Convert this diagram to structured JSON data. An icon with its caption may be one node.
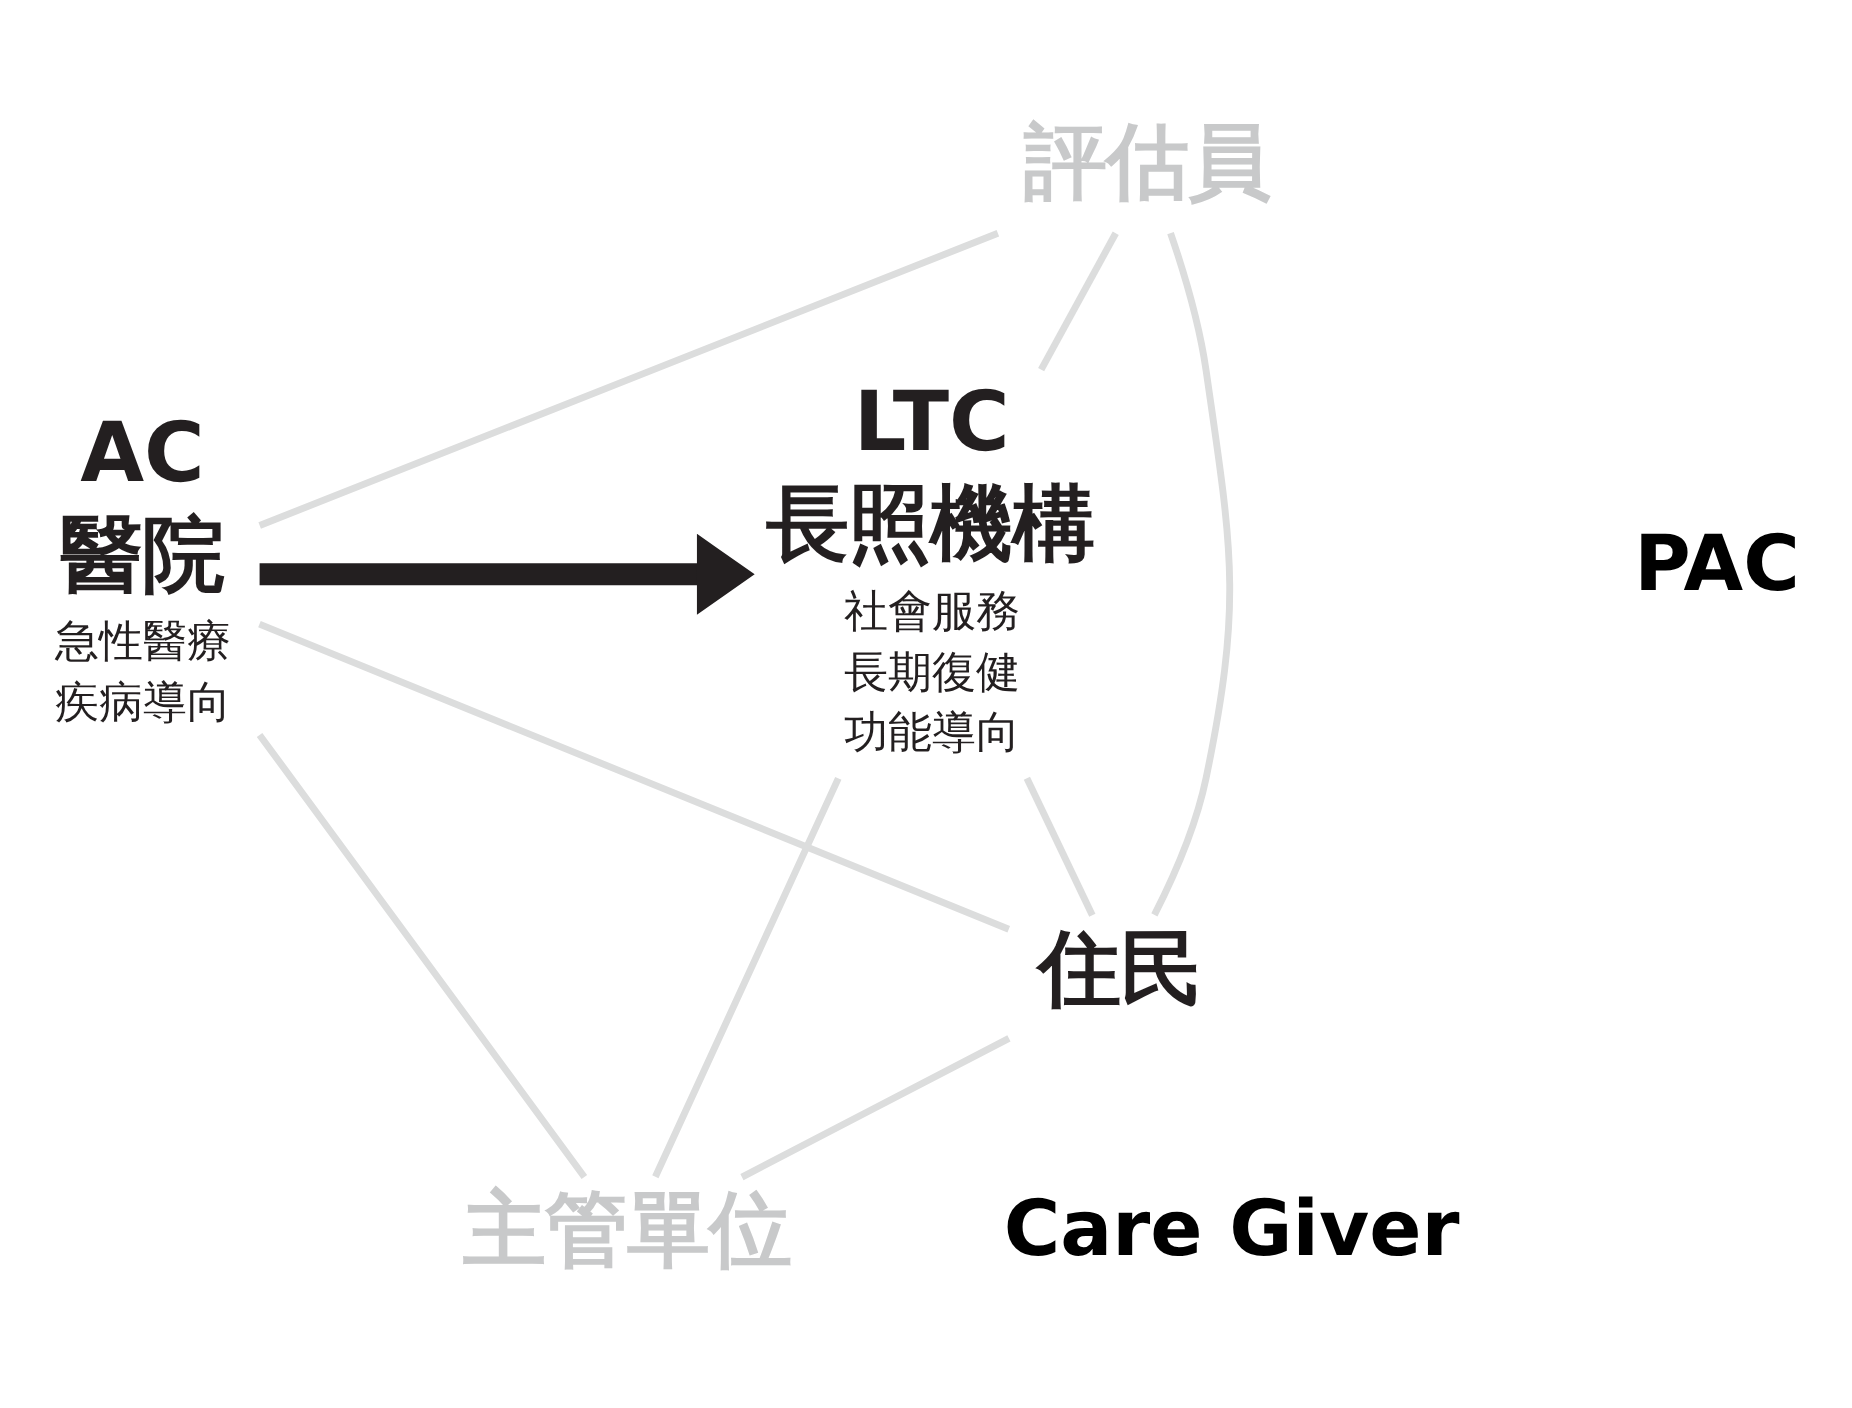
{
  "diagram": {
    "nodes": [
      {
        "text": [
          "評估員"
        ]
      },
      {
        "text": [
          "AC",
          "醫院"
        ],
        "beside": [
          "急性醫療",
          "疾病導向"
        ]
      },
      {
        "text": [
          "LTC",
          "長照機構"
        ],
        "beside": [
          "社會服務",
          "長期復健",
          "功能導向"
        ]
      },
      {
        "text": [
          "住民"
        ]
      },
      {
        "text": [
          "主管單位"
        ]
      }
    ],
    "edges": [
      {
        "from": 0,
        "to": 1,
        "arrow": "none"
      },
      {
        "from": 0,
        "to": 2,
        "arrow": "none"
      },
      {
        "from": 0,
        "to": 3,
        "arrow": "none"
      },
      {
        "from": 1,
        "to": 3,
        "arrow": "none"
      },
      {
        "from": 1,
        "to": 4,
        "arrow": "none"
      },
      {
        "from": 3,
        "to": 2,
        "arrow": "none"
      },
      {
        "from": 3,
        "to": 4,
        "arrow": "none"
      },
      {
        "from": 2,
        "to": 4,
        "arrow": "none"
      },
      {
        "from": 1,
        "to": 2,
        "arrow": "to",
        "style": "thick",
        "color": "#231f20"
      }
    ],
    "labels": [
      "PAC",
      "Care Giver"
    ]
  }
}
